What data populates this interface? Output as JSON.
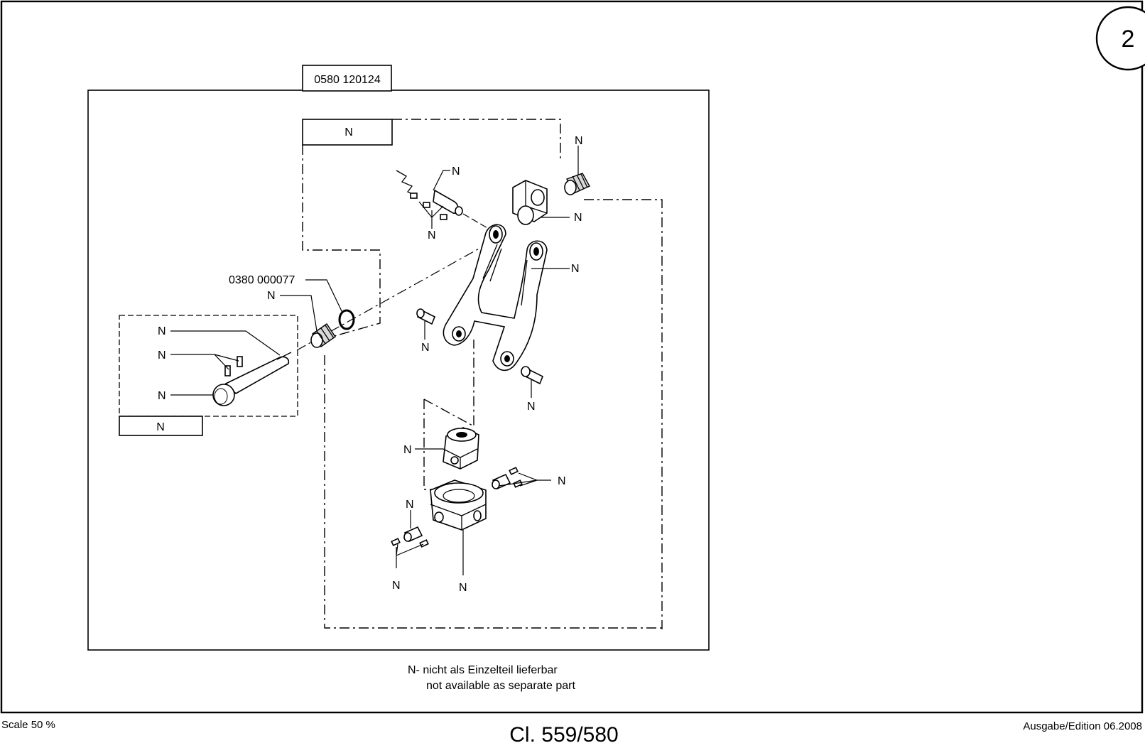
{
  "page": {
    "page_number": "2",
    "scale": "Scale 50 %",
    "model": "Cl. 559/580",
    "edition": "Ausgabe/Edition 06.2008"
  },
  "diagram": {
    "assembly_number": "0580 120124",
    "group_box_label": "N",
    "pin_group_box_label": "N",
    "part_0380": "0380 000077",
    "n_label": "N"
  },
  "legend": {
    "de": "N- nicht als Einzelteil lieferbar",
    "en": "not available as separate part"
  }
}
